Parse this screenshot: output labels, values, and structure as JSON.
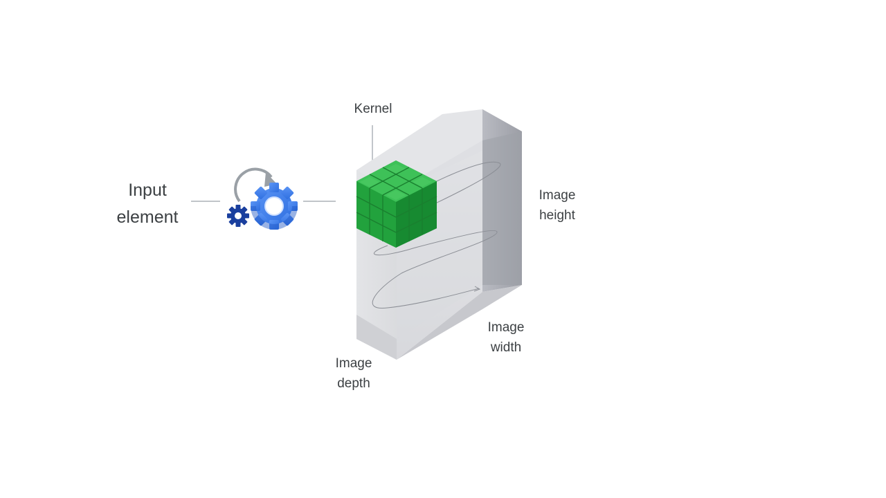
{
  "input_element": {
    "line1": "Input",
    "line2": "element"
  },
  "kernel": {
    "label": "Kernel"
  },
  "image_height": {
    "line1": "Image",
    "line2": "height"
  },
  "image_width": {
    "line1": "Image",
    "line2": "width"
  },
  "image_depth": {
    "line1": "Image",
    "line2": "depth"
  },
  "colors": {
    "kernel_green": "#1e9e3a",
    "gear_blue": "#4285f4",
    "gear_dark_blue": "#1a3f9e",
    "slab_light": "#e8e9ec",
    "slab_side": "#a9abb2",
    "text": "#3c4043"
  },
  "icons": [
    "refresh-arrow-icon",
    "large-gear-icon",
    "small-gear-icon"
  ]
}
